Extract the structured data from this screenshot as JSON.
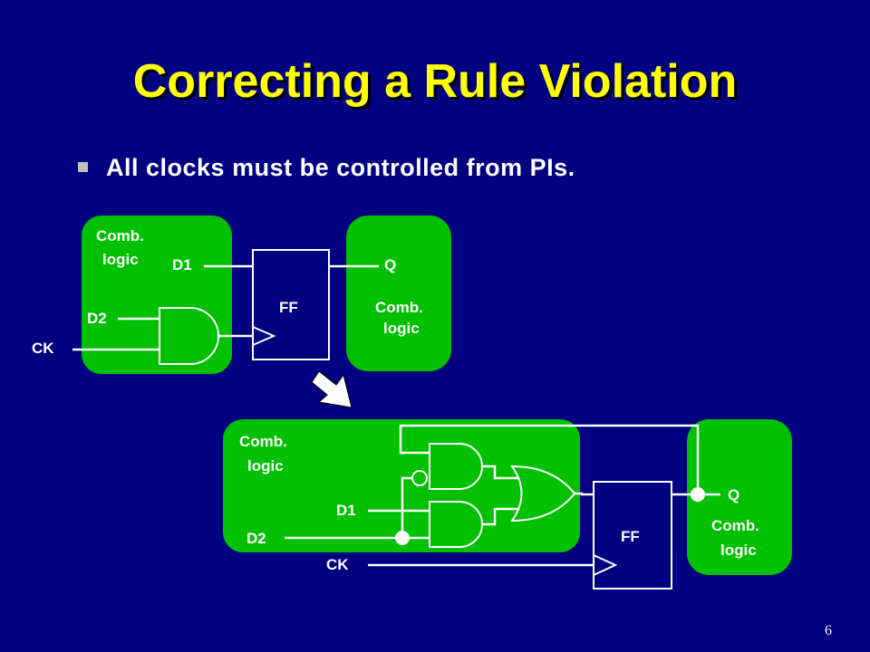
{
  "slide": {
    "title": "Correcting a Rule Violation",
    "bullet": "All clocks must be controlled from PIs.",
    "page_number": "6"
  },
  "colors": {
    "background": "#000080",
    "title": "#ffff00",
    "logic_block": "#00c000",
    "wire": "#ffffff"
  },
  "before": {
    "comb_logic_left": "Comb.\nlogic",
    "comb_logic_left_line1": "Comb.",
    "comb_logic_left_line2": "logic",
    "comb_logic_right_line1": "Comb.",
    "comb_logic_right_line2": "logic",
    "d1": "D1",
    "d2": "D2",
    "ck": "CK",
    "ff": "FF",
    "q": "Q"
  },
  "after": {
    "comb_logic_left_line1": "Comb.",
    "comb_logic_left_line2": "logic",
    "comb_logic_right_line1": "Comb.",
    "comb_logic_right_line2": "logic",
    "d1": "D1",
    "d2": "D2",
    "ck": "CK",
    "ff": "FF",
    "q": "Q"
  }
}
